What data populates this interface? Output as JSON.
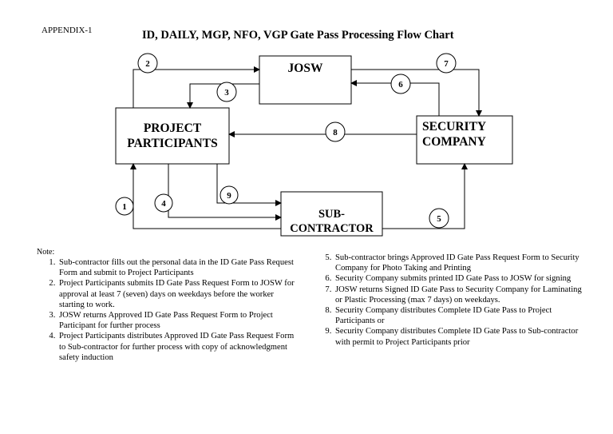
{
  "header": {
    "appendix": "APPENDIX-1",
    "title": "ID, DAILY, MGP, NFO, VGP Gate Pass Processing Flow Chart"
  },
  "boxes": {
    "josw": "JOSW",
    "project_participants_line1": "PROJECT",
    "project_participants_line2": "PARTICIPANTS",
    "security_company_line1": "SECURITY",
    "security_company_line2": "COMPANY",
    "sub_contractor_line1": "SUB-",
    "sub_contractor_line2": "CONTRACTOR"
  },
  "steps": [
    "1",
    "2",
    "3",
    "4",
    "5",
    "6",
    "7",
    "8",
    "9"
  ],
  "notes": {
    "label": "Note:",
    "left": [
      "Sub-contractor fills out the personal data in the ID Gate Pass Request Form and submit to Project Participants",
      "Project Participants submits ID Gate Pass Request Form to JOSW for approval at least 7 (seven) days on weekdays before the worker starting to work.",
      "JOSW returns Approved ID Gate Pass Request Form to Project Participant for further process",
      "Project Participants distributes Approved ID Gate Pass Request Form to Sub-contractor for further process with copy of acknowledgment safety induction"
    ],
    "right": [
      "Sub-contractor brings Approved ID Gate Pass Request Form to Security Company for Photo Taking and Printing",
      "Security Company submits printed ID Gate Pass to JOSW for signing",
      "JOSW returns Signed ID Gate Pass to Security Company for Laminating or Plastic Processing (max 7 days) on weekdays.",
      "Security Company distributes Complete ID Gate Pass to Project Participants or",
      "Security Company distributes Complete ID Gate Pass to Sub-contractor with permit to Project Participants prior"
    ]
  }
}
